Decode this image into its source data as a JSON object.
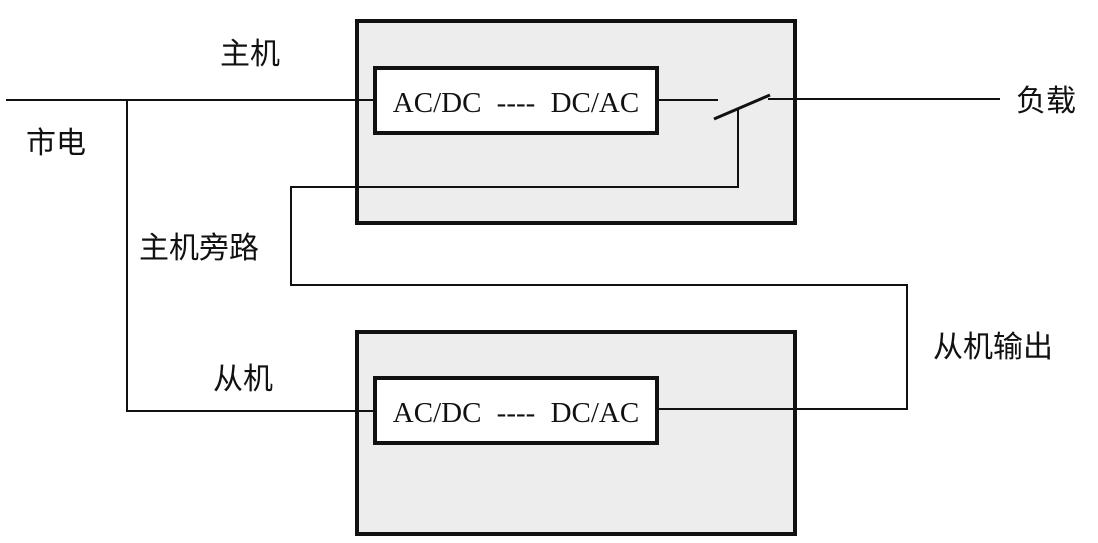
{
  "labels": {
    "mains": "市电",
    "host": "主机",
    "host_bypass": "主机旁路",
    "slave": "从机",
    "load": "负载",
    "slave_output": "从机输出"
  },
  "host_converter": {
    "input_stage": "AC/DC",
    "link": "----",
    "output_stage": "DC/AC"
  },
  "slave_converter": {
    "input_stage": "AC/DC",
    "link": "----",
    "output_stage": "DC/AC"
  }
}
